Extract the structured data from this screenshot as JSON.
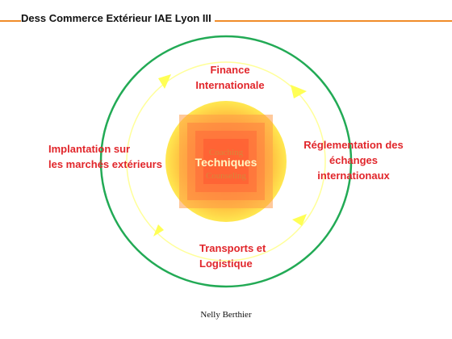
{
  "header": {
    "title": "Dess Commerce Extérieur IAE Lyon III",
    "accent": "#f08c2a"
  },
  "labels": {
    "finance": [
      "Finance",
      "Internationale"
    ],
    "reglementation": [
      "Réglementation des",
      "échanges",
      "internationaux"
    ],
    "implantation": [
      "Implantation sur",
      "les marchés extérieurs"
    ],
    "transports": [
      "Transports et",
      "Logistique"
    ]
  },
  "center": {
    "coaching": "Coaching",
    "techniques": "Techniques",
    "counseling": "Counseling"
  },
  "footer": {
    "author": "Nelly Berthier"
  },
  "colors": {
    "outer_ring": "#22aa55",
    "inner_ring": "#ffff99",
    "arrow": "#ffff55",
    "label": "#e1262b"
  }
}
